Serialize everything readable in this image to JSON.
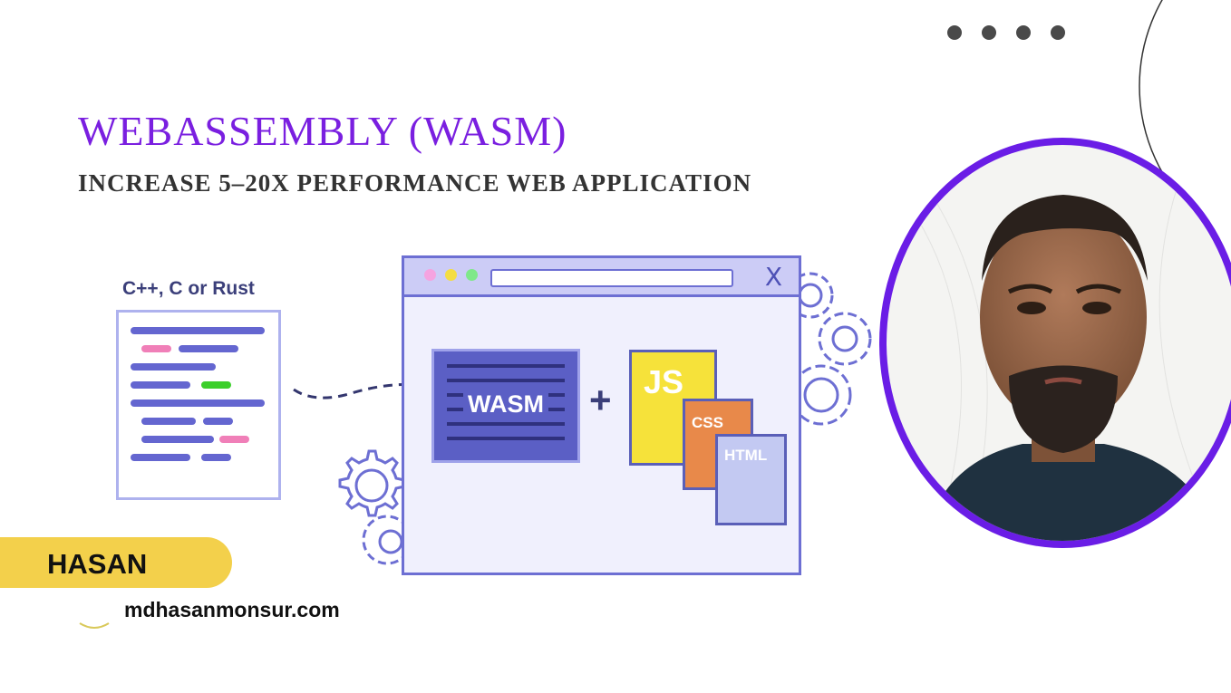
{
  "header": {
    "title": "WEBASSEMBLY (WASM)",
    "subtitle": "INCREASE 5–20X PERFORMANCE WEB APPLICATION"
  },
  "source_block": {
    "label": "C++, C or Rust"
  },
  "browser_window": {
    "close_label": "X",
    "wasm_label": "WASM",
    "plus_label": "+",
    "files": {
      "js": "JS",
      "css": "CSS",
      "html": "HTML"
    }
  },
  "author": {
    "name": "HASAN",
    "website": "mdhasanmonsur.com"
  },
  "colors": {
    "title": "#7a1fe0",
    "accent_purple": "#6a1de6",
    "window_border": "#6d6fd3",
    "wasm_block": "#5b5fc5",
    "js_file": "#f6e23a",
    "css_file": "#e8894a",
    "html_file": "#c3c9f2",
    "name_pill": "#f3d04b"
  },
  "icons": [
    "gear-icon",
    "close-icon",
    "dashed-arrow-icon",
    "portrait-photo"
  ]
}
